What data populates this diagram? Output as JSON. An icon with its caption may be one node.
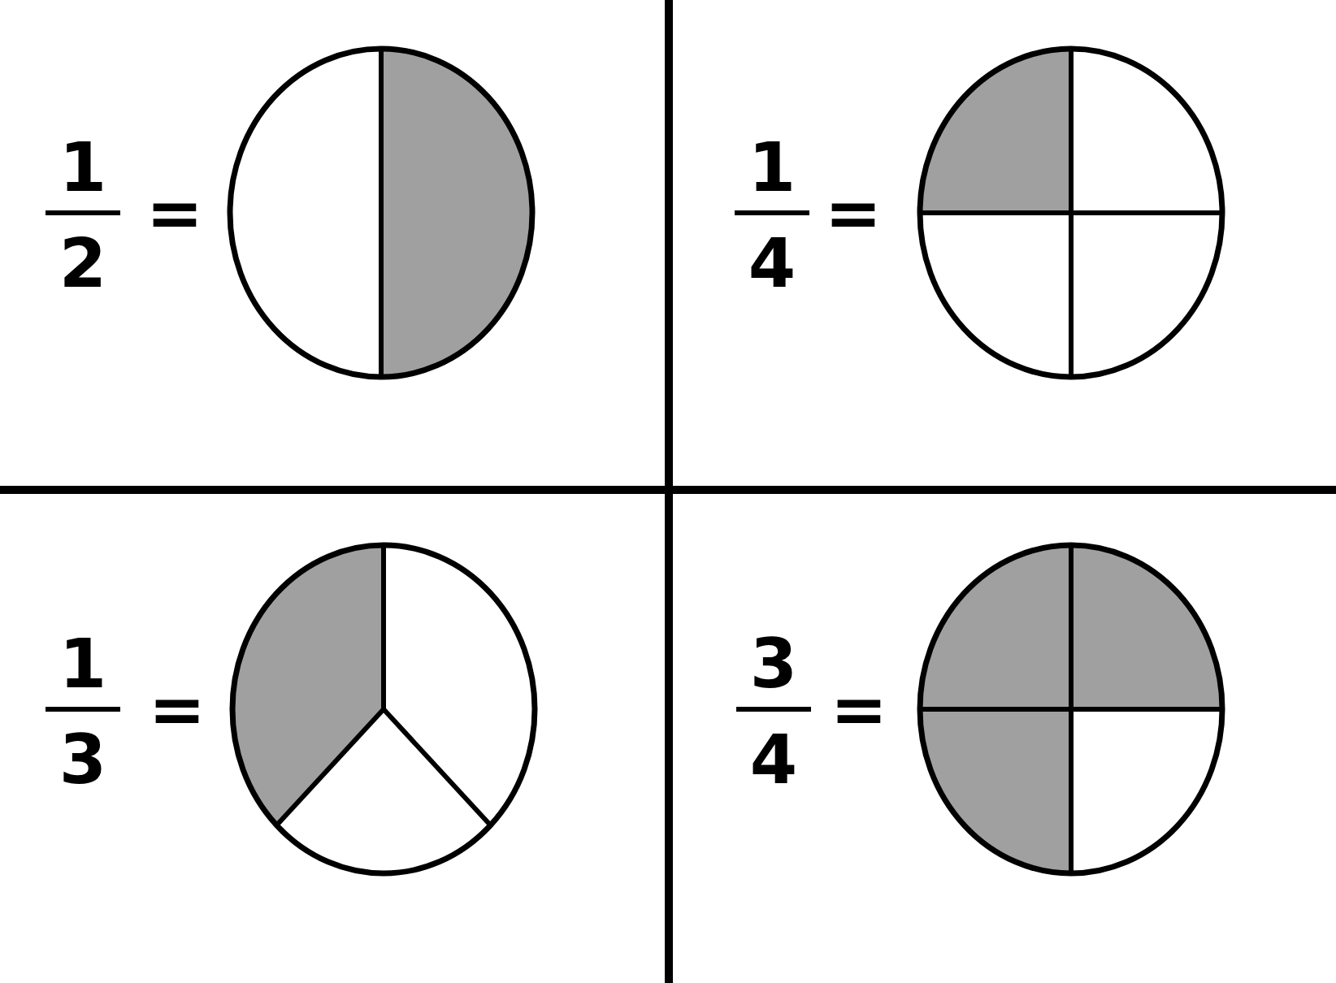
{
  "diagram": {
    "labels": [
      "1",
      "2",
      "=",
      "1",
      "4",
      "=",
      "1",
      "3",
      "=",
      "3",
      "4",
      "="
    ]
  }
}
